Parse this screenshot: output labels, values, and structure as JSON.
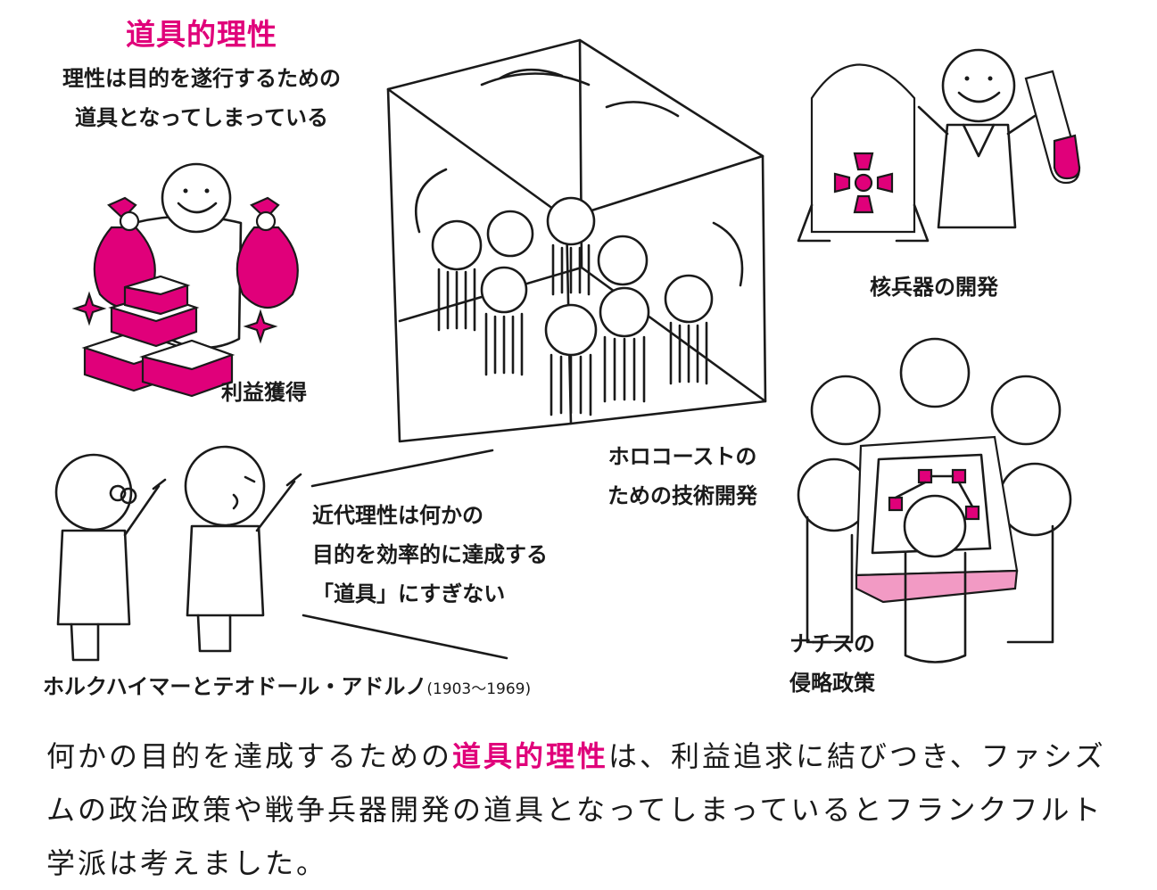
{
  "title": "道具的理性",
  "subtitle_lines": [
    "理性は目的を遂行するための",
    "道具となってしまっている"
  ],
  "labels": {
    "profit": "利益獲得",
    "nuclear": "核兵器の開発",
    "holocaust_lines": [
      "ホロコーストの",
      "ための技術開発"
    ],
    "nazi_lines": [
      "ナチスの",
      "侵略政策"
    ],
    "modern_reason_lines": [
      "近代理性は何かの",
      "目的を効率的に達成する",
      "「道具」にすぎない"
    ],
    "philosophers": "ホルクハイマーとテオドール・アドルノ",
    "philosophers_years": "(1903〜1969)"
  },
  "caption": {
    "before": "何かの目的を達成するための",
    "highlight": "道具的理性",
    "after": "は、利益追求に結びつき、ファシズムの政治政策や戦争兵器開発の道具となってしまっているとフランクフルト学派は考えました。"
  },
  "colors": {
    "accent": "#e0007a",
    "accent_light": "#f29ac4",
    "ink": "#1a1a1a"
  }
}
